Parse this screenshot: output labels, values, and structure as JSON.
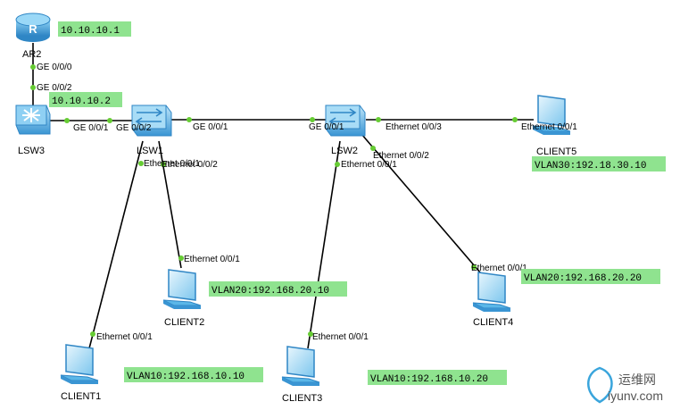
{
  "colors": {
    "link": "#000000",
    "port_dot": "#66cc33",
    "ip_box": "#8fe38f",
    "device_blue": "#5bb7e8",
    "device_dark": "#2f86c5"
  },
  "devices": {
    "ar2": {
      "name": "AR2",
      "icon": "router-icon"
    },
    "lsw3": {
      "name": "LSW3",
      "icon": "switch-icon"
    },
    "lsw1": {
      "name": "LSW1",
      "icon": "switch-icon"
    },
    "lsw2": {
      "name": "LSW2",
      "icon": "switch-icon"
    },
    "client1": {
      "name": "CLIENT1",
      "icon": "pc-icon"
    },
    "client2": {
      "name": "CLIENT2",
      "icon": "pc-icon"
    },
    "client3": {
      "name": "CLIENT3",
      "icon": "pc-icon"
    },
    "client4": {
      "name": "CLIENT4",
      "icon": "pc-icon"
    },
    "client5": {
      "name": "CLIENT5",
      "icon": "pc-icon"
    }
  },
  "ip_labels": {
    "ar2": "10.10.10.1",
    "lsw3": "10.10.10.2",
    "client1": "VLAN10:192.168.10.10",
    "client2": "VLAN20:192.168.20.10",
    "client3": "VLAN10:192.168.10.20",
    "client4": "VLAN20:192.168.20.20",
    "client5": "VLAN30:192.18.30.10"
  },
  "ports": {
    "ar2_ge000": "GE 0/0/0",
    "lsw3_ge002": "GE 0/0/2",
    "lsw3_ge001": "GE 0/0/1",
    "lsw1_ge002": "GE 0/0/2",
    "lsw1_ge001": "GE 0/0/1",
    "lsw1_eth001": "Ethernet 0/0/1",
    "lsw1_eth002": "Ethernet 0/0/2",
    "lsw2_ge001": "GE 0/0/1",
    "lsw2_eth003": "Ethernet 0/0/3",
    "lsw2_eth002": "Ethernet 0/0/2",
    "lsw2_eth001": "Ethernet 0/0/1",
    "client1_eth": "Ethernet 0/0/1",
    "client2_eth": "Ethernet 0/0/1",
    "client3_eth": "Ethernet 0/0/1",
    "client4_eth": "Ethernet 0/0/1",
    "client5_eth": "Ethernet 0/0/1"
  },
  "watermark": {
    "brand": "运维网",
    "url": "iyunv.com"
  }
}
